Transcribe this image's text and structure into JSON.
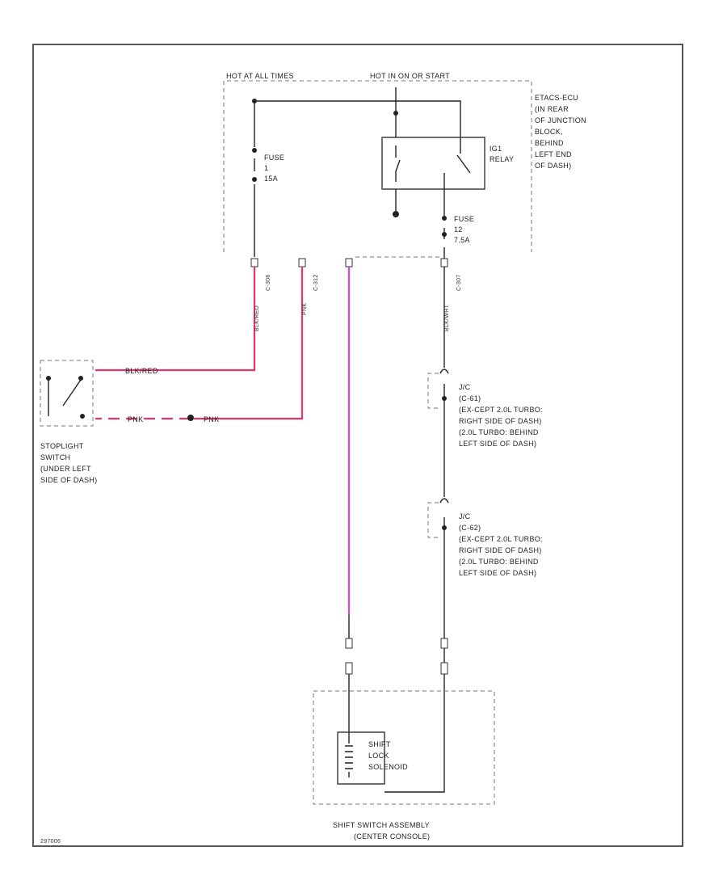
{
  "labels": {
    "hot_at_all_times": "HOT AT ALL TIMES",
    "hot_in_on": "HOT IN ON OR START",
    "junction_block": [
      "ETACS-ECU",
      "(IN REAR",
      "OF JUNCTION",
      "BLOCK,",
      "BEHIND",
      "LEFT END",
      "OF DASH)"
    ],
    "fuse1": [
      "FUSE",
      "1",
      "15A"
    ],
    "ig1_relay": [
      "IG1",
      "RELAY"
    ],
    "fuse12": [
      "FUSE",
      "12",
      "7.5A"
    ],
    "connector_left_1": "C-306",
    "connector_left_2": "C-312",
    "connector_right": "C-307",
    "wire_blk_red": "BLK/RED",
    "wire_pnk_1": "PNK",
    "wire_pnk_2": "PNK",
    "wire_vertical_1": "BLK/RED",
    "wire_vertical_2": "PNK",
    "wire_vertical_3": "BLK/WHT",
    "stoplight_switch": [
      "STOPLIGHT",
      "SWITCH",
      "(UNDER LEFT",
      "SIDE OF DASH)"
    ],
    "jc1": [
      "J/C",
      "(C-61)",
      "(EX-CEPT 2.0L TURBO:",
      "RIGHT SIDE OF DASH)",
      "(2.0L TURBO: BEHIND",
      "LEFT SIDE OF DASH)"
    ],
    "jc2": [
      "J/C",
      "(C-62)",
      "(EX-CEPT 2.0L TURBO:",
      "RIGHT SIDE OF DASH)",
      "(2.0L TURBO: BEHIND",
      "LEFT SIDE OF DASH)"
    ],
    "shift_lock_solenoid": [
      "SHIFT",
      "LOCK",
      "SOLENOID"
    ],
    "shift_switch_assembly": [
      "SHIFT SWITCH ASSEMBLY",
      "(CENTER CONSOLE)"
    ],
    "figure_id": "297006"
  },
  "colors": {
    "red_wire": "#e8336b",
    "pink_wire": "#e040e0",
    "black_wire": "#222222"
  }
}
